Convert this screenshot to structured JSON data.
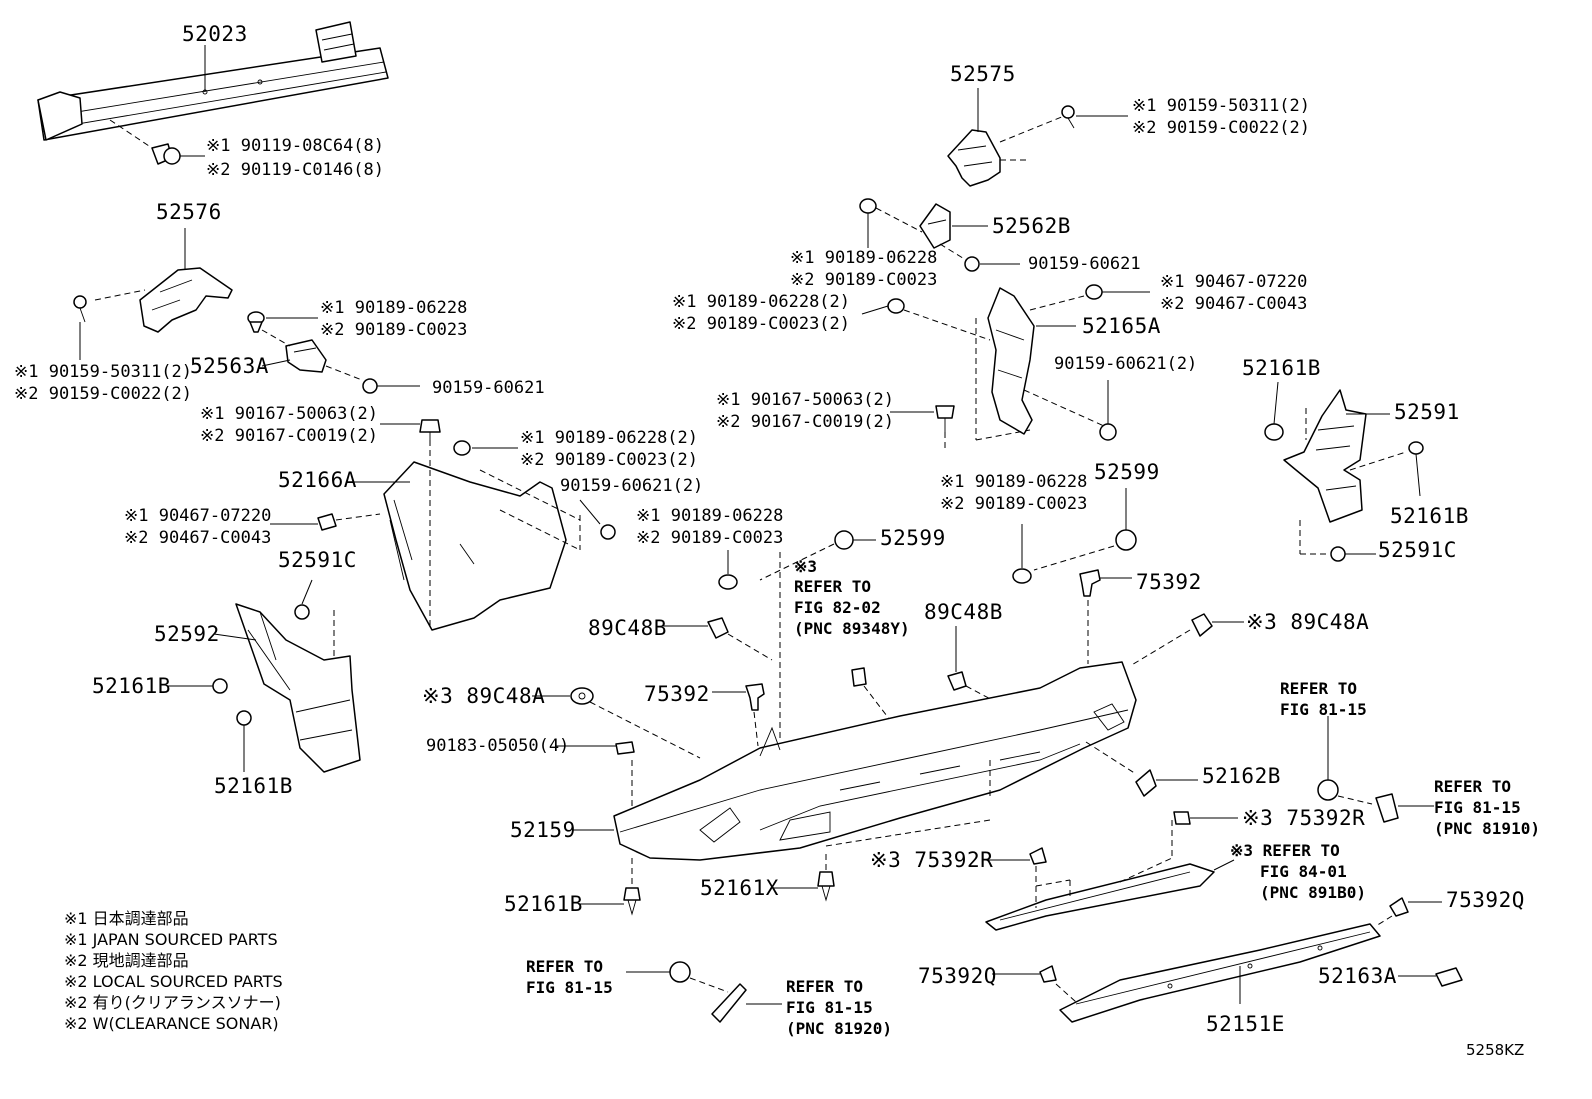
{
  "callouts": {
    "c52023": "52023",
    "c52023_note1": "※1 90119-08C64(8)",
    "c52023_note2": "※2 90119-C0146(8)",
    "c52576": "52576",
    "c52576_note1": "※1 90159-50311(2)",
    "c52576_note2": "※2 90159-C0022(2)",
    "c52563a_note1": "※1 90189-06228",
    "c52563a_note2": "※2 90189-C0023",
    "c52563a": "52563A",
    "c90159_60621_a": "90159-60621",
    "c90167_note1_a": "※1 90167-50063(2)",
    "c90167_note2_a": "※2 90167-C0019(2)",
    "c90189_note1_b": "※1 90189-06228(2)",
    "c90189_note2_b": "※2 90189-C0023(2)",
    "c52166a": "52166A",
    "c90159_60621_2a": "90159-60621(2)",
    "c90467_note1_a": "※1 90467-07220",
    "c90467_note2_a": "※2 90467-C0043",
    "c90189_note1_c": "※1 90189-06228",
    "c90189_note2_c": "※2 90189-C0023",
    "c52591c_a": "52591C",
    "c52592": "52592",
    "c52161b_a": "52161B",
    "c52161b_b": "52161B",
    "c52575": "52575",
    "c52575_note1": "※1 90159-50311(2)",
    "c52575_note2": "※2 90159-C0022(2)",
    "c52562b": "52562B",
    "c52562b_note1": "※1 90189-06228",
    "c52562b_note2": "※2 90189-C0023",
    "c90159_60621_b": "90159-60621",
    "c90467_note1_b": "※1 90467-07220",
    "c90467_note2_b": "※2 90467-C0043",
    "c90189_note1_d": "※1 90189-06228(2)",
    "c90189_note2_d": "※2 90189-C0023(2)",
    "c52165a": "52165A",
    "c90159_60621_2b": "90159-60621(2)",
    "c90167_note1_b": "※1 90167-50063(2)",
    "c90167_note2_b": "※2 90167-C0019(2)",
    "c52161b_c": "52161B",
    "c52591": "52591",
    "c52161b_d": "52161B",
    "c52591c_b": "52591C",
    "c52599_a": "52599",
    "c52599_b": "52599",
    "c90189_note1_e": "※1 90189-06228",
    "c90189_note2_e": "※2 90189-C0023",
    "c75392_a": "75392",
    "c75392_b": "75392",
    "c89c48b_a": "89C48B",
    "c89c48b_b": "89C48B",
    "c89c48a_a": "※3 89C48A",
    "c89c48a_b": "※3 89C48A",
    "c90183": "90183-05050(4)",
    "c52159": "52159",
    "c52162b": "52162B",
    "c52161b_e": "52161B",
    "c52161x": "52161X",
    "c75392r_a": "※3 75392R",
    "c75392r_b": "※3 75392R",
    "c75392q_a": "75392Q",
    "c75392q_b": "75392Q",
    "c52163a": "52163A",
    "c52151e": "52151E"
  },
  "references": {
    "ref_82_02_l1": "※3",
    "ref_82_02_l2": "REFER TO",
    "ref_82_02_l3": "FIG 82-02",
    "ref_82_02_l4": "(PNC 89348Y)",
    "ref_81_15_a_l1": "REFER TO",
    "ref_81_15_a_l2": "FIG 81-15",
    "ref_81_15_b_l1": "REFER TO",
    "ref_81_15_b_l2": "FIG 81-15",
    "ref_81_15_b_l3": "(PNC 81910)",
    "ref_84_01_l1": "※3 REFER TO",
    "ref_84_01_l2": "FIG 84-01",
    "ref_84_01_l3": "(PNC 891B0)",
    "ref_81_15_c_l1": "REFER TO",
    "ref_81_15_c_l2": "FIG 81-15",
    "ref_81_15_d_l1": "REFER TO",
    "ref_81_15_d_l2": "FIG 81-15",
    "ref_81_15_d_l3": "(PNC 81920)"
  },
  "legend": [
    "※1 日本調達部品",
    "※1 JAPAN SOURCED PARTS",
    "※2 現地調達部品",
    "※2 LOCAL SOURCED PARTS",
    "※2 有り(クリアランスソナー)",
    "※2 W(CLEARANCE SONAR)"
  ],
  "diagram_code": "5258KZ"
}
